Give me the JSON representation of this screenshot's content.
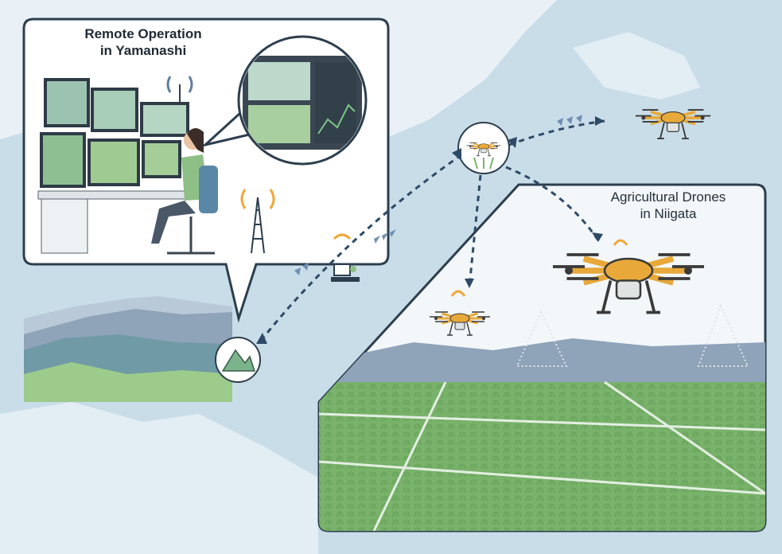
{
  "labels": {
    "remote_line1": "Remote Operation",
    "remote_line2": "in Yamanashi",
    "drones_line1": "Agricultural Drones",
    "drones_line2": "in Niigata"
  },
  "icons": {
    "radio_tower": "radio-tower-icon",
    "drone": "drone-icon",
    "mountain": "mountain-icon",
    "computer": "computer-icon",
    "signal": "signal-waves-icon"
  },
  "colors": {
    "sea": "#e9f1f6",
    "land": "#c9dde9",
    "panel_border": "#2d3e4e",
    "drone_body": "#e8a93a",
    "field_green": "#79b26a",
    "dashed_link": "#2e4a66",
    "signal": "#f0a73a"
  }
}
